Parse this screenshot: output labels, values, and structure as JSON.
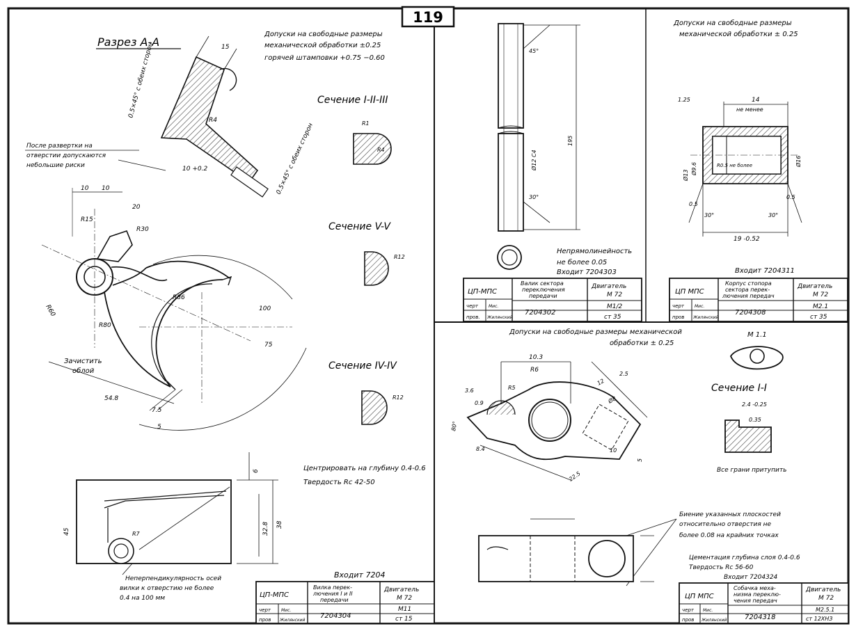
{
  "page": {
    "number": "119"
  },
  "colors": {
    "ink": "#111111",
    "paper": "#ffffff",
    "hatch": "#555555"
  },
  "sheet1": {
    "tolerance_note": [
      "Допуски на свободные размеры",
      "механической обработки ±0.25",
      "горячей штамповки +0.75 −0.60"
    ],
    "section_aa": "Разрез А-А",
    "section_1_2_3": "Сечение I-II-III",
    "section_5_5": "Сечение V-V",
    "section_4_4": "Сечение IV-IV",
    "chamfer_note": "0.5×45° с обеих сторон",
    "chamfer_note2": "0.5×45° с обеих сторон",
    "risks_note": [
      "После развертки на",
      "отверстии допускаются",
      "небольшие риски"
    ],
    "clean_note": [
      "Зачистить",
      "облой"
    ],
    "center_note": "Центрировать на глубину 0.4-0.6",
    "hardness": "Твердость Rc 42-50",
    "perp_note": [
      "Неперпендикулярность осей",
      "вилки к отверстию не более",
      "0.4 на 100 мм"
    ],
    "enters": "Входит 7204",
    "dims": {
      "d15": "15",
      "r4": "R4",
      "d10": "10 +0.2",
      "r1": "R1",
      "r4b": "R4",
      "d10a": "10",
      "d10b": "10",
      "a20": "20",
      "r15": "R15",
      "r30": "R30",
      "r80": "R80",
      "r60": "R60",
      "r86": "R86",
      "d100": "100",
      "d75": "75",
      "d548": "54.8",
      "d75b": "7.5",
      "d5": "5",
      "d38": "38",
      "d328": "32.8",
      "r7": "R7",
      "r12": "R12",
      "r12b": "R12",
      "d45": "45",
      "d6": "6"
    },
    "title_block": {
      "org": "ЦП-МПС",
      "name": [
        "Вилка перек-",
        "лючения I и II",
        "передачи"
      ],
      "engine": [
        "Двигатель",
        "М 72"
      ],
      "number": "7204304",
      "sheet": "М11",
      "material": "ст 15",
      "row1": "черт",
      "row2": "пров",
      "sign1": "Мис.",
      "sign2": "Жилянский"
    }
  },
  "sheet2": {
    "perp_note": [
      "Непрямолинейность",
      "не более 0.05"
    ],
    "enters": "Входит 7204303",
    "dims": {
      "d12": "Ø12 C4",
      "d195": "195",
      "a30": "30°",
      "a45": "45°"
    },
    "title_block": {
      "org": "ЦП-МПС",
      "name": [
        "Валик сектора",
        "переключения",
        "передачи"
      ],
      "engine": [
        "Двигатель",
        "М 72"
      ],
      "number": "7204302",
      "sheet": "М1/2",
      "material": "ст 35",
      "row1": "черт",
      "row2": "пров.",
      "sign1": "Мис.",
      "sign2": "Жилянский"
    }
  },
  "sheet3": {
    "tolerance_note": [
      "Допуски на свободные размеры",
      "механической обработки ± 0.25"
    ],
    "enters": "Входит 7204311",
    "dims": {
      "d14": "14",
      "not_less": "не менее",
      "d125": "1.25",
      "d96": "Ø9.6",
      "d13": "Ø13",
      "d16": "Ø16",
      "d05": "0.5",
      "d05b": "0.5",
      "a30": "30°",
      "a30b": "30°",
      "d19": "19 -0.52",
      "r05": "R0.5 не более"
    },
    "title_block": {
      "org": "ЦП МПС",
      "name": [
        "Корпус стопора",
        "сектора перек-",
        "лючения передач"
      ],
      "engine": [
        "Двигатель",
        "М 72"
      ],
      "number": "7204308",
      "sheet": "М2.1",
      "material": "ст 35",
      "row1": "черт",
      "row2": "пров",
      "sign1": "Мис.",
      "sign2": "Жилянский"
    }
  },
  "sheet4": {
    "tolerance_note": [
      "Допуски на свободные размеры механической",
      "обработки ± 0.25"
    ],
    "section_1_1": "Сечение I-I",
    "m11": "М 1.1",
    "dull_note": "Все грани притупить",
    "runout_note": [
      "Биение указанных плоскостей",
      "относительно отверстия не",
      "более 0.08 на крайних точках"
    ],
    "cementation": "Цементация глубина слоя 0.4-0.6",
    "hardness": "Твердость Rc 56-60",
    "enters": "Входит 7204324",
    "dims": {
      "d103": "10.3",
      "r6": "R6",
      "r5": "R5",
      "d36": "3.6",
      "d25": "2.5",
      "a80": "80°",
      "d84": "8.4",
      "d225": "22.5",
      "d09": "0.9",
      "d10": "10",
      "d12": "12",
      "d8": "Ø8",
      "d24": "2.4 -0.25",
      "d035": "0.35",
      "d5": "5"
    },
    "title_block": {
      "org": "ЦП МПС",
      "name": [
        "Собачка меха-",
        "низма переклю-",
        "чения передач"
      ],
      "engine": [
        "Двигатель",
        "М 72"
      ],
      "number": "7204318",
      "sheet": "М2.5.1",
      "material": "ст 12ХНЗ",
      "row1": "черт",
      "row2": "пров",
      "sign1": "Мис.",
      "sign2": "Жилянский"
    }
  }
}
